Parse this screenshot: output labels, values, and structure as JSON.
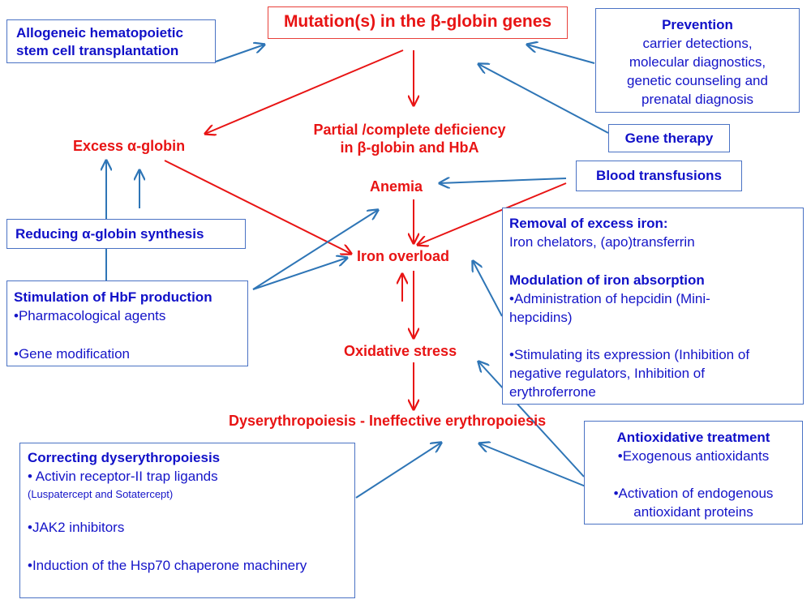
{
  "title": "Mutation(s) in the β-globin genes",
  "center_nodes": {
    "excess_alpha": "Excess α-globin",
    "deficiency_line1": "Partial /complete deficiency",
    "deficiency_line2": "in β-globin and HbA",
    "anemia": "Anemia",
    "iron_overload": "Iron overload",
    "oxidative_stress": "Oxidative stress",
    "dyserythropoiesis": "Dyserythropoiesis - Ineffective erythropoiesis"
  },
  "boxes": {
    "transplant": {
      "line1": "Allogeneic hematopoietic",
      "line2": "stem cell transplantation"
    },
    "prevention": {
      "title": "Prevention",
      "line1": "carrier detections,",
      "line2": "molecular  diagnostics,",
      "line3": "genetic counseling and",
      "line4": "prenatal diagnosis"
    },
    "gene_therapy": "Gene therapy",
    "blood_transfusions": "Blood transfusions",
    "reducing_alpha": "Reducing α-globin synthesis",
    "hbf": {
      "title": "Stimulation of HbF production",
      "item1": "•Pharmacological agents",
      "item2": "•Gene modification"
    },
    "iron": {
      "title1": "Removal of excess iron:",
      "text1": "Iron chelators, (apo)transferrin",
      "title2": "Modulation of iron absorption",
      "text2a": "•Administration of hepcidin (Mini-",
      "text2b": "hepcidins)",
      "text3a": "•Stimulating its expression (Inhibition of",
      "text3b": "negative regulators, Inhibition of",
      "text3c": "erythroferrone"
    },
    "antioxidative": {
      "title": "Antioxidative treatment",
      "item1": "•Exogenous antioxidants",
      "item2a": "•Activation of endogenous",
      "item2b": "antioxidant proteins"
    },
    "dyserythro": {
      "title": "Correcting dyserythropoiesis",
      "item1": "• Activin receptor-II trap ligands",
      "item1_sub": "(Luspatercept and Sotatercept)",
      "item2": "•JAK2 inhibitors",
      "item3": "•Induction of the Hsp70 chaperone machinery"
    }
  },
  "colors": {
    "red": "#e81414",
    "blue_text": "#1414c8",
    "blue_arrow": "#2e75b6",
    "box_border": "#4a72c4"
  }
}
